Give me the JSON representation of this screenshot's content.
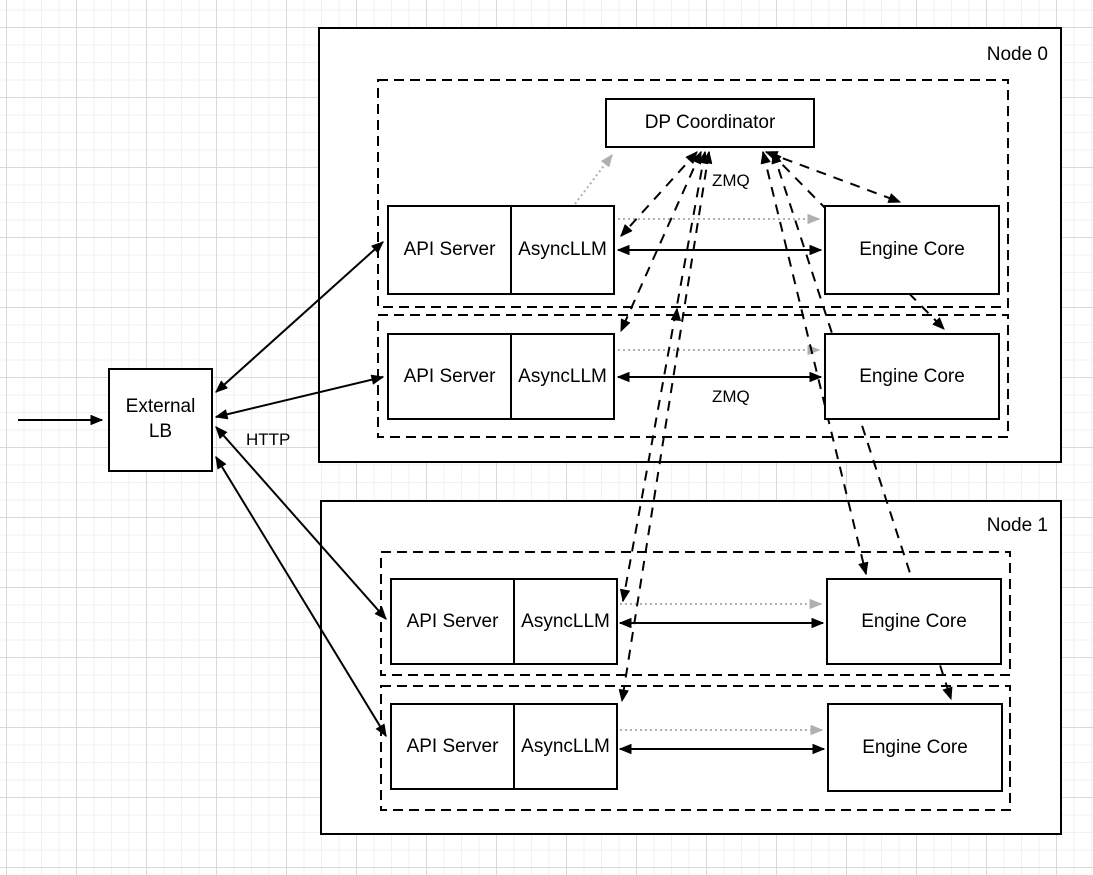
{
  "diagram": {
    "title_hint": "Data-parallel LLM serving topology",
    "external_lb": {
      "label_line1": "External",
      "label_line2": "LB"
    },
    "edge_labels": {
      "http": "HTTP",
      "zmq_row1": "ZMQ",
      "zmq_row2": "ZMQ"
    },
    "nodes": [
      {
        "label": "Node 0",
        "coordinator_label": "DP Coordinator",
        "rows": [
          {
            "api_server": "API Server",
            "async_llm": "AsyncLLM",
            "engine_core": "Engine Core"
          },
          {
            "api_server": "API Server",
            "async_llm": "AsyncLLM",
            "engine_core": "Engine Core"
          }
        ]
      },
      {
        "label": "Node 1",
        "rows": [
          {
            "api_server": "API Server",
            "async_llm": "AsyncLLM",
            "engine_core": "Engine Core"
          },
          {
            "api_server": "API Server",
            "async_llm": "AsyncLLM",
            "engine_core": "Engine Core"
          }
        ]
      }
    ],
    "colors": {
      "stroke": "#000000",
      "dotted_gray": "#b0b0b0",
      "box_fill": "#ffffff",
      "grid_minor": "#f1f1f3",
      "grid_major": "#d9d9dc"
    }
  }
}
